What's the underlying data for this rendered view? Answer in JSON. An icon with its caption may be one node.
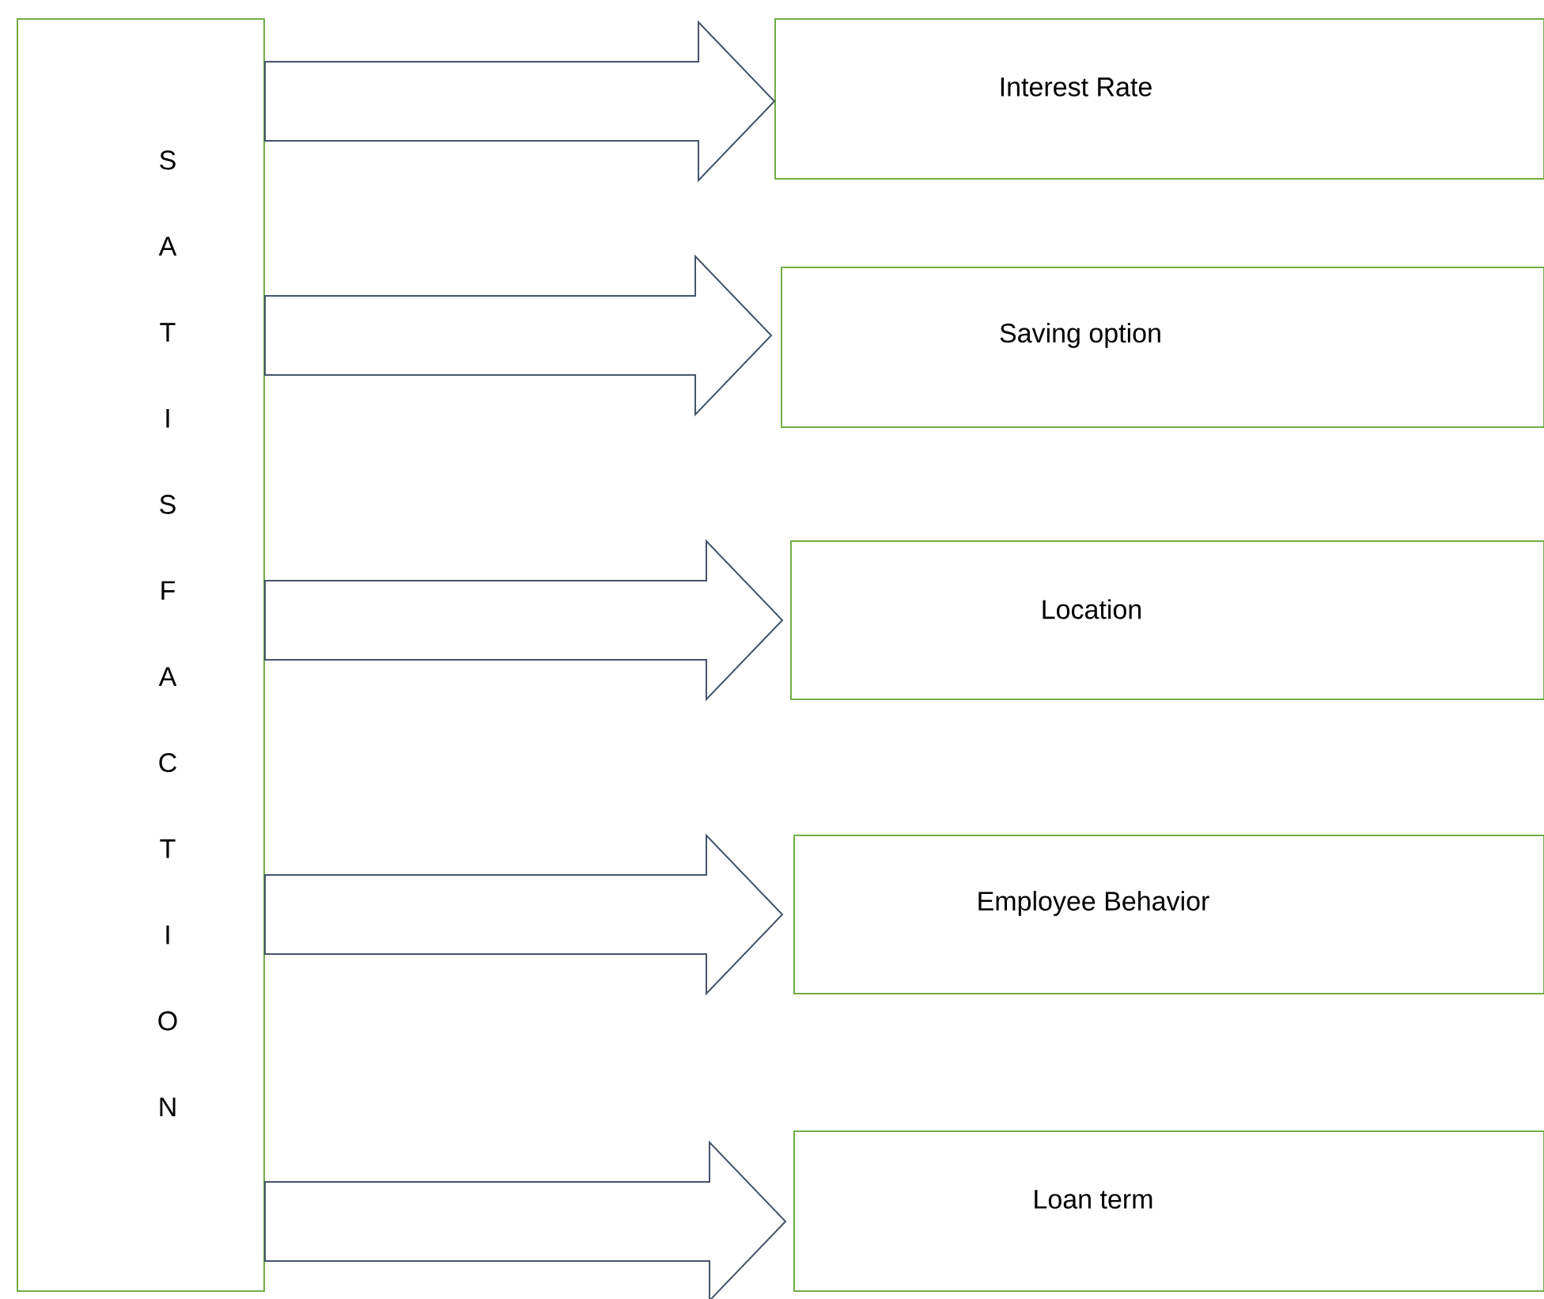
{
  "diagram": {
    "nodes": [
      {
        "text": [
          "SATISFACTION"
        ]
      },
      {
        "text": [
          "Interest Rate"
        ]
      },
      {
        "text": [
          "Saving option"
        ]
      },
      {
        "text": [
          "Location"
        ]
      },
      {
        "text": [
          "Employee Behavior"
        ]
      },
      {
        "text": [
          "Loan term"
        ]
      }
    ],
    "edges": [
      {
        "from": 0,
        "to": 1,
        "arrow": "to"
      },
      {
        "from": 0,
        "to": 2,
        "arrow": "to"
      },
      {
        "from": 0,
        "to": 3,
        "arrow": "to"
      },
      {
        "from": 0,
        "to": 4,
        "arrow": "to"
      },
      {
        "from": 0,
        "to": 5,
        "arrow": "to"
      }
    ]
  }
}
